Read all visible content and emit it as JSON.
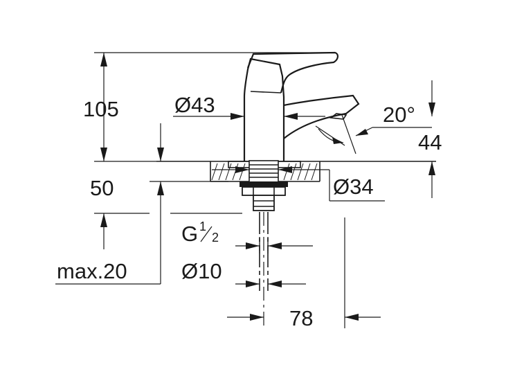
{
  "dimensions": {
    "height_total": "105",
    "spout_diameter": "Ø43",
    "spout_angle": "20°",
    "spout_height": "44",
    "base_height": "50",
    "flange_diameter": "Ø34",
    "thread_g": "G",
    "thread_num": "1",
    "thread_den": "2",
    "pipe_diameter": "Ø10",
    "max_thickness": "max.20",
    "reach": "78"
  }
}
